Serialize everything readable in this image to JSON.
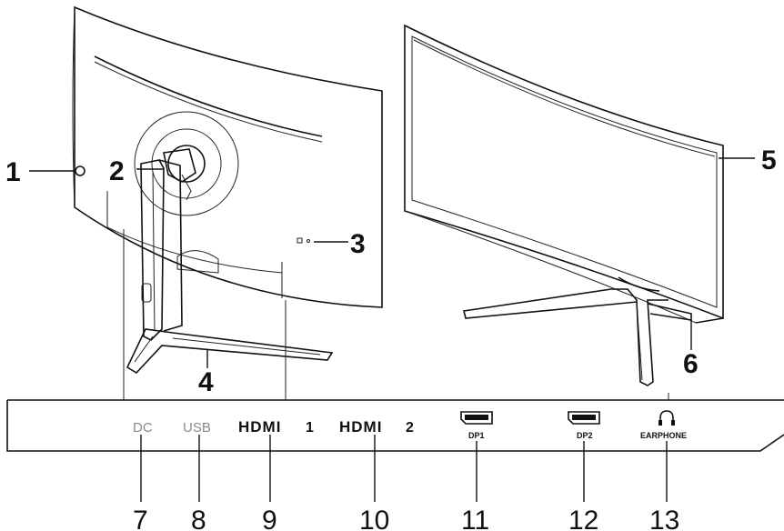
{
  "callouts": {
    "c1": "1",
    "c2": "2",
    "c3": "3",
    "c4": "4",
    "c5": "5",
    "c6": "6",
    "c7": "7",
    "c8": "8",
    "c9": "9",
    "c10": "10",
    "c11": "11",
    "c12": "12",
    "c13": "13"
  },
  "ports": {
    "dc": "DC",
    "usb": "USB",
    "hdmi1_logo": "HDMI",
    "hdmi1_num": "1",
    "hdmi2_logo": "HDMI",
    "hdmi2_num": "2",
    "dp1": "DP1",
    "dp2": "DP2",
    "earphone": "EARPHONE"
  },
  "icons": {
    "headphone": "headphone-icon",
    "displayport": "displayport-connector-icon"
  },
  "colors": {
    "line": "#111111",
    "port_gray_text": "#8a8a8a"
  }
}
